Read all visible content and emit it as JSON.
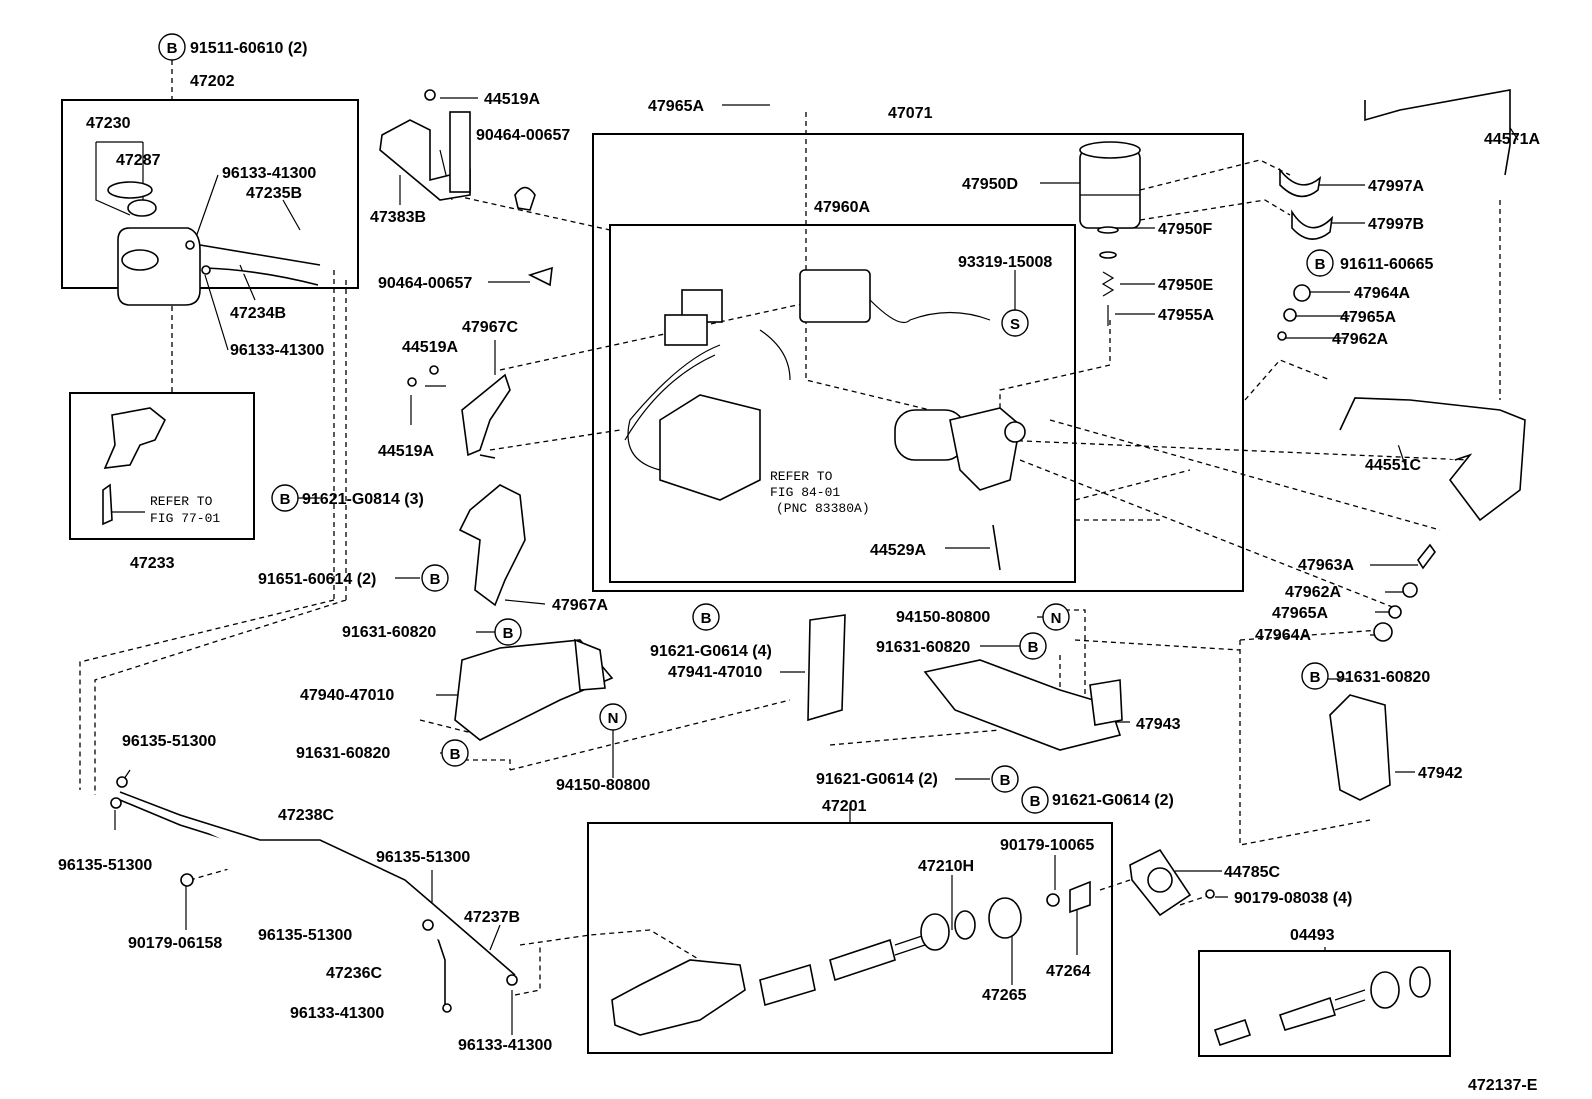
{
  "figure_id": "472137-E",
  "symbols": {
    "b": "B",
    "n": "N",
    "s": "S"
  },
  "labels": {
    "b_91511": "91511-60610 (2)",
    "p47202": "47202",
    "p47230": "47230",
    "p47287": "47287",
    "p96133_a": "96133-41300",
    "p47235B": "47235B",
    "p47234B": "47234B",
    "p96133_b": "96133-41300",
    "p47233": "47233",
    "refer_77_1": "REFER TO",
    "refer_77_2": "FIG 77-01",
    "b_91621_g0814": "91621-G0814 (3)",
    "b_91651": "91651-60614 (2)",
    "p44519A_top": "44519A",
    "p90464_a": "90464-00657",
    "p47383B": "47383B",
    "p90464_b": "90464-00657",
    "p47967C": "47967C",
    "p44519A_b": "44519A",
    "p44519A_c": "44519A",
    "p47967A": "47967A",
    "p47965A_top": "47965A",
    "p47071": "47071",
    "p47960A": "47960A",
    "p93319": "93319-15008",
    "refer_84_1": "REFER TO",
    "refer_84_2": "FIG 84-01",
    "refer_84_3": "(PNC 83380A)",
    "p44529A": "44529A",
    "p47950D": "47950D",
    "p47950F": "47950F",
    "p47950E": "47950E",
    "p47955A": "47955A",
    "p44571A": "44571A",
    "p47997A": "47997A",
    "p47997B": "47997B",
    "b_91611": "91611-60665",
    "p47964A_top": "47964A",
    "p47965A_r": "47965A",
    "p47962A_r": "47962A",
    "p44551C": "44551C",
    "p47963A": "47963A",
    "p47962A_b": "47962A",
    "p47965A_b": "47965A",
    "p47964A_b": "47964A",
    "b_91631_a": "91631-60820",
    "p47940": "47940-47010",
    "b_91631_b": "91631-60820",
    "n_94150_a": "94150-80800",
    "b_91621_g0614_4": "91621-G0614 (4)",
    "p47941": "47941-47010",
    "n_94150_b": "94150-80800",
    "b_91631_c": "91631-60820",
    "p47943": "47943",
    "b_91621_g0614_2a": "91621-G0614 (2)",
    "b_91621_g0614_2b": "91621-G0614 (2)",
    "b_91631_d": "91631-60820",
    "p47942": "47942",
    "p96135_a": "96135-51300",
    "p96135_b": "96135-51300",
    "p47238C": "47238C",
    "p96135_c": "96135-51300",
    "p90179_06158": "90179-06158",
    "p96135_d": "96135-51300",
    "p47237B": "47237B",
    "p47236C": "47236C",
    "p96133_c": "96133-41300",
    "p96133_d": "96133-41300",
    "p47201": "47201",
    "p90179_10065": "90179-10065",
    "p47210H": "47210H",
    "p47265": "47265",
    "p47264": "47264",
    "p44785C": "44785C",
    "p90179_08038": "90179-08038 (4)",
    "p04493": "04493"
  }
}
